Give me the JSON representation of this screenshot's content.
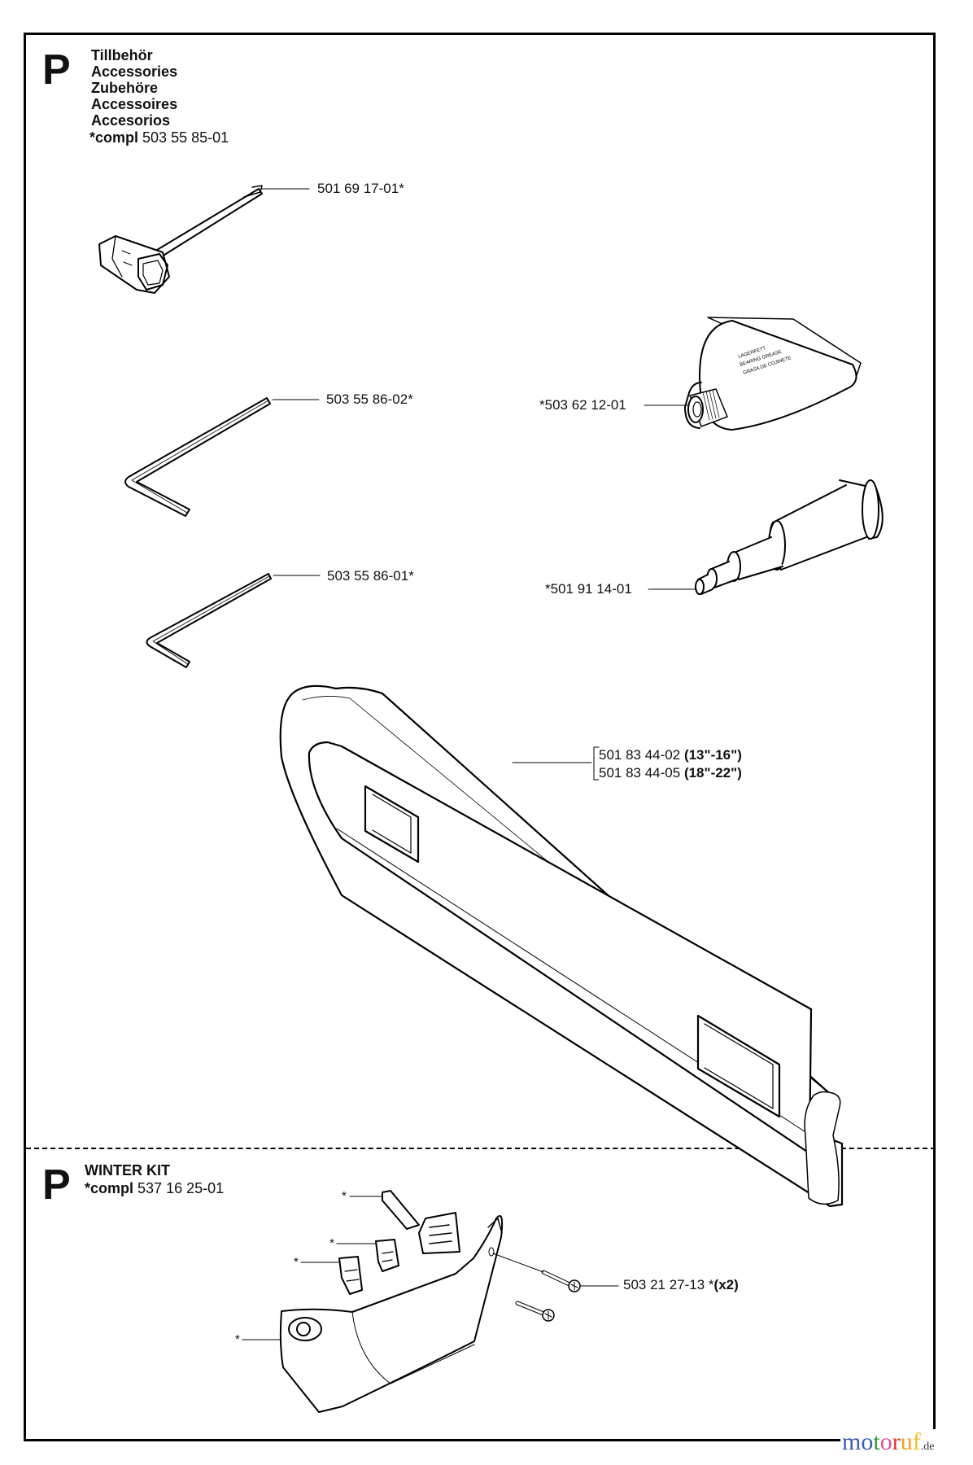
{
  "sections": {
    "accessories": {
      "marker": "P",
      "titles": [
        "Tillbehör",
        "Accessories",
        "Zubehöre",
        "Accessoires",
        "Accesorios"
      ],
      "compl_prefix": "*compl",
      "compl_number": "503 55 85-01"
    },
    "winter_kit": {
      "marker": "P",
      "title": "WINTER KIT",
      "compl_prefix": "*compl",
      "compl_number": "537 16 25-01"
    }
  },
  "parts": [
    {
      "id": "combi-wrench",
      "label": "501 69 17-01*"
    },
    {
      "id": "allen-key-large",
      "label": "503 55 86-02*"
    },
    {
      "id": "allen-key-small",
      "label": "503 55 86-01*"
    },
    {
      "id": "grease-tube",
      "label": "*503 62 12-01"
    },
    {
      "id": "grease-gun",
      "label": "*501 91 14-01"
    },
    {
      "id": "bar-cover-a",
      "number": "501 83 44-02",
      "size": "(13\"-16\")"
    },
    {
      "id": "bar-cover-b",
      "number": "501 83 44-05",
      "size": "(18\"-22\")"
    },
    {
      "id": "screw",
      "number": "503 21 27-13 *",
      "qty": "(x2)"
    }
  ],
  "winter_kit_markers": [
    "*",
    "*",
    "*",
    "*"
  ],
  "grease_tube_text": [
    "LAGERFETT",
    "BEARING GREASE",
    "GRASA DE COJINETE"
  ],
  "watermark": {
    "letters": [
      {
        "ch": "m",
        "color": "#3b5bb5"
      },
      {
        "ch": "o",
        "color": "#3b5bb5"
      },
      {
        "ch": "t",
        "color": "#2e9b3e"
      },
      {
        "ch": "o",
        "color": "#e0508e"
      },
      {
        "ch": "r",
        "color": "#e23b2e"
      },
      {
        "ch": "u",
        "color": "#f0a020"
      },
      {
        "ch": "f",
        "color": "#f0c020"
      }
    ],
    "text": "motoruf",
    "suffix": ".de"
  }
}
